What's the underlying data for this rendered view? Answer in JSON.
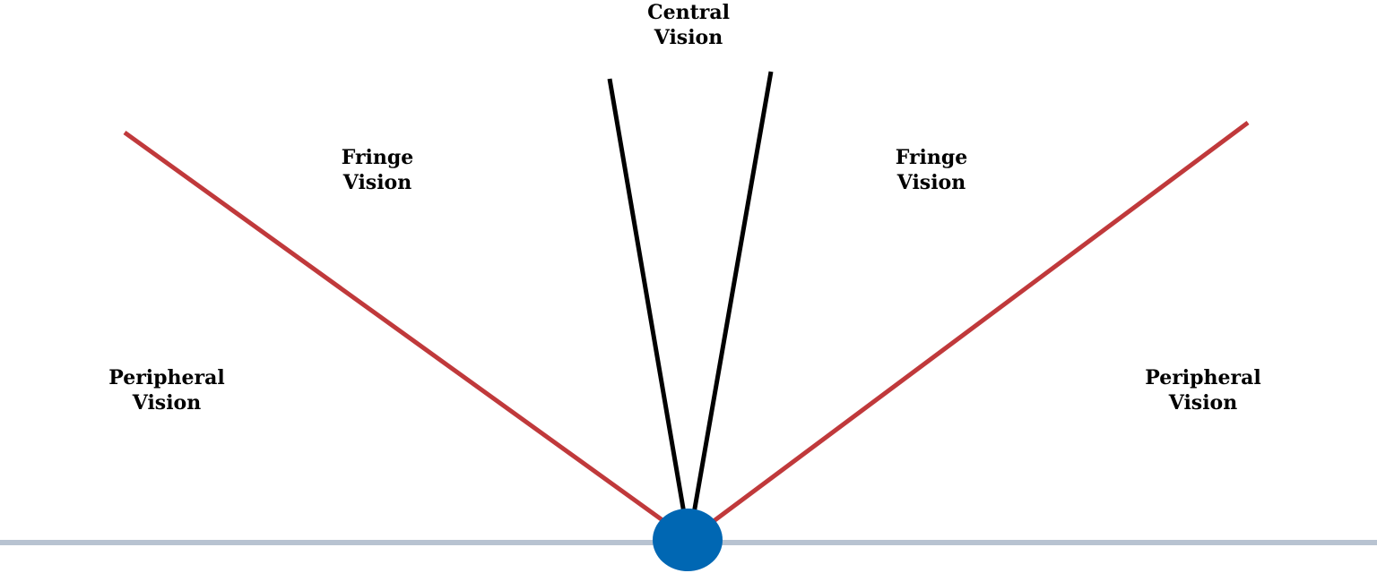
{
  "labels": {
    "central": {
      "line1": "Central",
      "line2": "Vision"
    },
    "fringe_left": {
      "line1": "Fringe",
      "line2": "Vision"
    },
    "fringe_right": {
      "line1": "Fringe",
      "line2": "Vision"
    },
    "peripheral_left": {
      "line1": "Peripheral",
      "line2": "Vision"
    },
    "peripheral_right": {
      "line1": "Peripheral",
      "line2": "Vision"
    }
  },
  "colors": {
    "central_lines": "#000000",
    "fringe_boundary_lines": "#c0393b",
    "eye": "#0067b3",
    "ground_line": "#b8c3d1"
  }
}
